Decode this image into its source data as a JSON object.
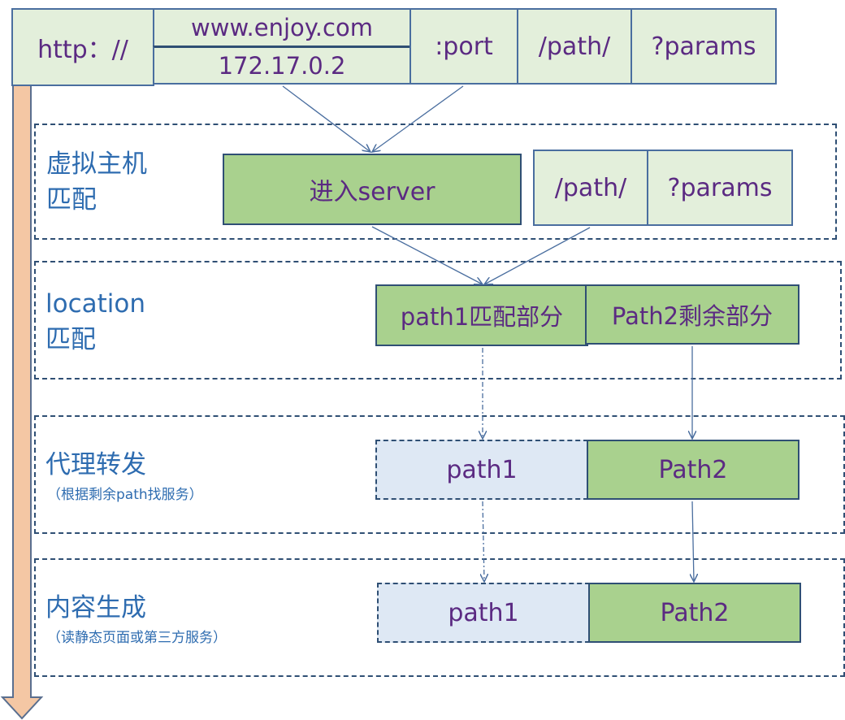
{
  "url_bar": {
    "scheme": "http：//",
    "host": "www.enjoy.com",
    "ip": "172.17.0.2",
    "port": ":port",
    "path": "/path/",
    "params": "?params"
  },
  "stages": [
    {
      "title_lines": [
        "虚拟主机",
        "匹配"
      ],
      "subtitle": "",
      "boxes": [
        "进入server",
        "/path/",
        "?params"
      ]
    },
    {
      "title_lines": [
        "location",
        "匹配"
      ],
      "subtitle": "",
      "boxes": [
        "path1匹配部分",
        "Path2剩余部分"
      ]
    },
    {
      "title_lines": [
        "代理转发"
      ],
      "subtitle": "（根据剩余path找服务）",
      "boxes": [
        "path1",
        "Path2"
      ]
    },
    {
      "title_lines": [
        "内容生成"
      ],
      "subtitle": "（读静态页面或第三方服务）",
      "boxes": [
        "path1",
        "Path2"
      ]
    }
  ],
  "colors": {
    "url_fill": "#e3efdb",
    "green_fill": "#a9d18e",
    "blue_fill": "#dee8f4",
    "box_text": "#5b2a82",
    "label_text": "#2e6cb0",
    "flow_arrow": "#f4c7a4"
  }
}
